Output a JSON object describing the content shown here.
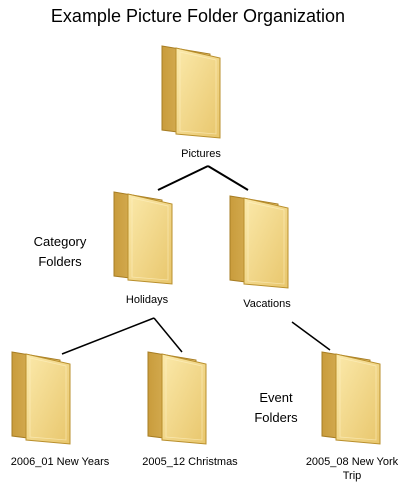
{
  "title": "Example Picture Folder Organization",
  "side_labels": {
    "category": [
      "Category",
      "Folders"
    ],
    "event": [
      "Event",
      "Folders"
    ]
  },
  "nodes": {
    "root": {
      "label": "Pictures",
      "icon": "folder-icon"
    },
    "holidays": {
      "label": "Holidays",
      "icon": "folder-icon"
    },
    "vacations": {
      "label": "Vacations",
      "icon": "folder-icon"
    },
    "new_years": {
      "label": "2006_01 New Years",
      "icon": "folder-icon"
    },
    "christmas": {
      "label": "2005_12 Christmas",
      "icon": "folder-icon"
    },
    "new_york": {
      "label_lines": [
        "2005_08 New York",
        "Trip"
      ],
      "icon": "folder-icon"
    }
  },
  "edges": [
    {
      "from": "Pictures",
      "to": "Holidays"
    },
    {
      "from": "Pictures",
      "to": "Vacations"
    },
    {
      "from": "Holidays",
      "to": "2006_01 New Years"
    },
    {
      "from": "Holidays",
      "to": "2005_12 Christmas"
    },
    {
      "from": "Vacations",
      "to": "2005_08 New York Trip"
    }
  ],
  "colors": {
    "folder_front": "#f3d98d",
    "folder_back": "#d8b25a",
    "folder_edge": "#b98f2c",
    "paper": "#ffffff",
    "tab_green": "#8ec66f",
    "line": "#000000"
  }
}
